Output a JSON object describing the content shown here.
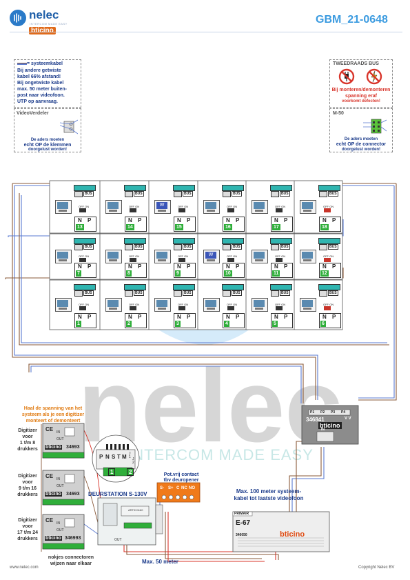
{
  "header": {
    "logo_text": "nelec",
    "logo_tagline": "INTERCOM MADE EASY",
    "logo_brand": "bticino",
    "doc_code": "GBM_21-0648"
  },
  "notes": {
    "systeemkabel": {
      "title": "= systeemkabel",
      "lines": [
        "Bij andere getwiste",
        "kabel 66% afstand!",
        "Bij ongetwiste kabel",
        "max. 50 meter buiten-",
        "post naar videofoon.",
        "UTP op aanvraag."
      ]
    },
    "videoverdeler": {
      "title": "VideoVerdeler",
      "lines": [
        "De aders moeten",
        "echt OP de klemmen",
        "doorgelust worden!"
      ]
    },
    "tweedraads": {
      "title": "TWEEDRAADS BUS",
      "lines": [
        "Bij monteren/demonteren",
        "spanning eraf",
        "voorkomt defecten!"
      ]
    },
    "m50": {
      "title": "M-50",
      "lines": [
        "De aders moeten",
        "echt OP de connector",
        "doorgelust worden!"
      ]
    }
  },
  "units": {
    "bus_label": "BUS",
    "offon_label": "OFF ON",
    "n_label": "N",
    "p_label": "P",
    "screen_letter": "W",
    "rows": [
      [
        "13",
        "14",
        "15",
        "16",
        "17",
        "18"
      ],
      [
        "7",
        "8",
        "9",
        "10",
        "11",
        "12"
      ],
      [
        "1",
        "2",
        "3",
        "4",
        "5",
        "6"
      ]
    ]
  },
  "watermark": {
    "text": "nelec",
    "tagline": "INTERCOM MADE EASY"
  },
  "left_note": {
    "lines": [
      "Haal de spanning van het",
      "systeem als je een digitizer",
      "monteert of demonteert"
    ]
  },
  "digitizers": [
    {
      "label": [
        "Digitizer",
        "voor",
        "1 t/m 8",
        "drukkers"
      ],
      "code": "34693"
    },
    {
      "label": [
        "Digitizer",
        "voor",
        "9 t/m 16",
        "drukkers"
      ],
      "code": "34693"
    },
    {
      "label": [
        "Digitizer",
        "voor",
        "17 t/m 24",
        "drukkers"
      ],
      "code": "346993"
    }
  ],
  "digitizer_texts": {
    "brand": "bticino",
    "out": "OUT",
    "in": "IN",
    "ce": "CE"
  },
  "connector_zoom": {
    "labels": [
      "P",
      "N",
      "S",
      "T",
      "M"
    ],
    "j_labels": [
      "J 1",
      "J 2"
    ],
    "nums": [
      "1",
      "2"
    ]
  },
  "deurstation": {
    "title": "DEURSTATION S-130V",
    "model": "ART0X1160",
    "out": "OUT"
  },
  "contact": {
    "title": [
      "Pot.vrij contact",
      "tbv deuropener"
    ],
    "terminals": [
      "S-",
      "S+",
      "C",
      "NC",
      "NO"
    ]
  },
  "distributor": {
    "inputs": [
      "P1",
      "P2",
      "P3",
      "P4"
    ],
    "code": "346841",
    "vv": "V V",
    "brand": "bticino",
    "in": "IN"
  },
  "psu": {
    "primair": "PRIMAIR",
    "model": "E-67",
    "code": "346050",
    "brand": "bticino"
  },
  "notes_bottom": {
    "max100": [
      "Max. 100 meter systeem-",
      "kabel tot laatste videofoon"
    ],
    "max50": "Max. 50 meter",
    "nokjes": [
      "nokjes connectoren",
      "wijzen naar elkaar"
    ]
  },
  "footer": {
    "left": "www.nelec.com",
    "right": "Copyright Nelec BV"
  },
  "colors": {
    "blue": "#1a3a8a",
    "orange": "#e07a10",
    "green": "#2fae3a",
    "teal": "#2fb5b0",
    "wire_brown": "#8a5a3a",
    "wire_blue": "#5a7ad0",
    "wire_red": "#d8342a"
  },
  "icons": [
    "no-plug-icon",
    "no-lightning-icon",
    "terminal-icon",
    "connector-icon"
  ]
}
